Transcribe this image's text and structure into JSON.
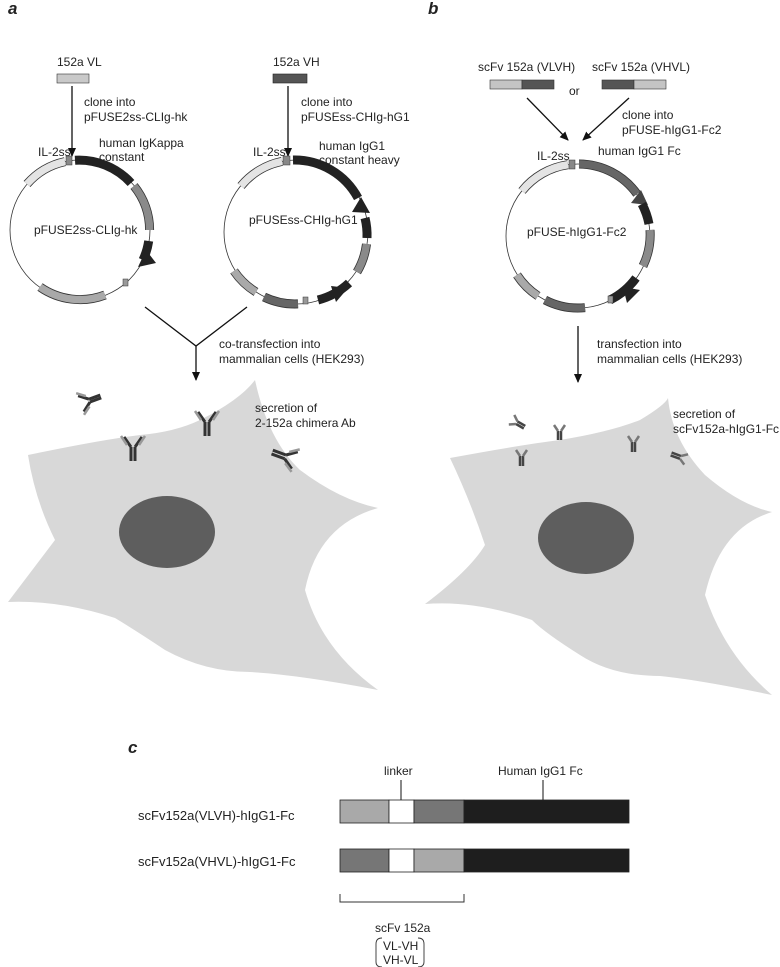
{
  "panels": {
    "a": "a",
    "b": "b",
    "c": "c"
  },
  "panel_a": {
    "vl_label": "152a VL",
    "vh_label": "152a VH",
    "clone_left_1": "clone into",
    "clone_left_2": "pFUSE2ss-CLIg-hk",
    "clone_right_1": "clone into",
    "clone_right_2": "pFUSEss-CHIg-hG1",
    "il2ss_left": "IL-2ss",
    "il2ss_right": "IL-2ss",
    "kappa_1": "human IgKappa",
    "kappa_2": "constant",
    "igg1_1": "human IgG1",
    "igg1_2": "constant heavy",
    "plasmid_left": "pFUSE2ss-CLIg-hk",
    "plasmid_right": "pFUSEss-CHIg-hG1",
    "cotrans_1": "co-transfection into",
    "cotrans_2": "mammalian cells (HEK293)",
    "secretion_1": "secretion of",
    "secretion_2": "2-152a chimera Ab"
  },
  "panel_b": {
    "scfv_vlvh": "scFv 152a (VLVH)",
    "scfv_vhvl": "scFv 152a (VHVL)",
    "or": "or",
    "clone_1": "clone into",
    "clone_2": "pFUSE-hIgG1-Fc2",
    "il2ss": "IL-2ss",
    "fc_label": "human IgG1 Fc",
    "plasmid": "pFUSE-hIgG1-Fc2",
    "trans_1": "transfection into",
    "trans_2": "mammalian cells (HEK293)",
    "secretion_1": "secretion of",
    "secretion_2": "scFv152a-hIgG1-Fc"
  },
  "panel_c": {
    "linker": "linker",
    "fc": "Human IgG1 Fc",
    "row1": "scFv152a(VLVH)-hIgG1-Fc",
    "row2": "scFv152a(VHVL)-hIgG1-Fc",
    "scfv": "scFv 152a",
    "vlvh": "VL-VH",
    "vhvl": "VH-VL"
  },
  "colors": {
    "vl": "#c4c4c4",
    "vh": "#5a5a5a",
    "light_segment": "#a9a9a9",
    "mid_segment": "#7a7a7a",
    "dark_segment": "#2a2a2a",
    "fc_black": "#1e1e1e",
    "cell_fill": "#d8d8d8",
    "nucleus": "#5e5e5e"
  }
}
